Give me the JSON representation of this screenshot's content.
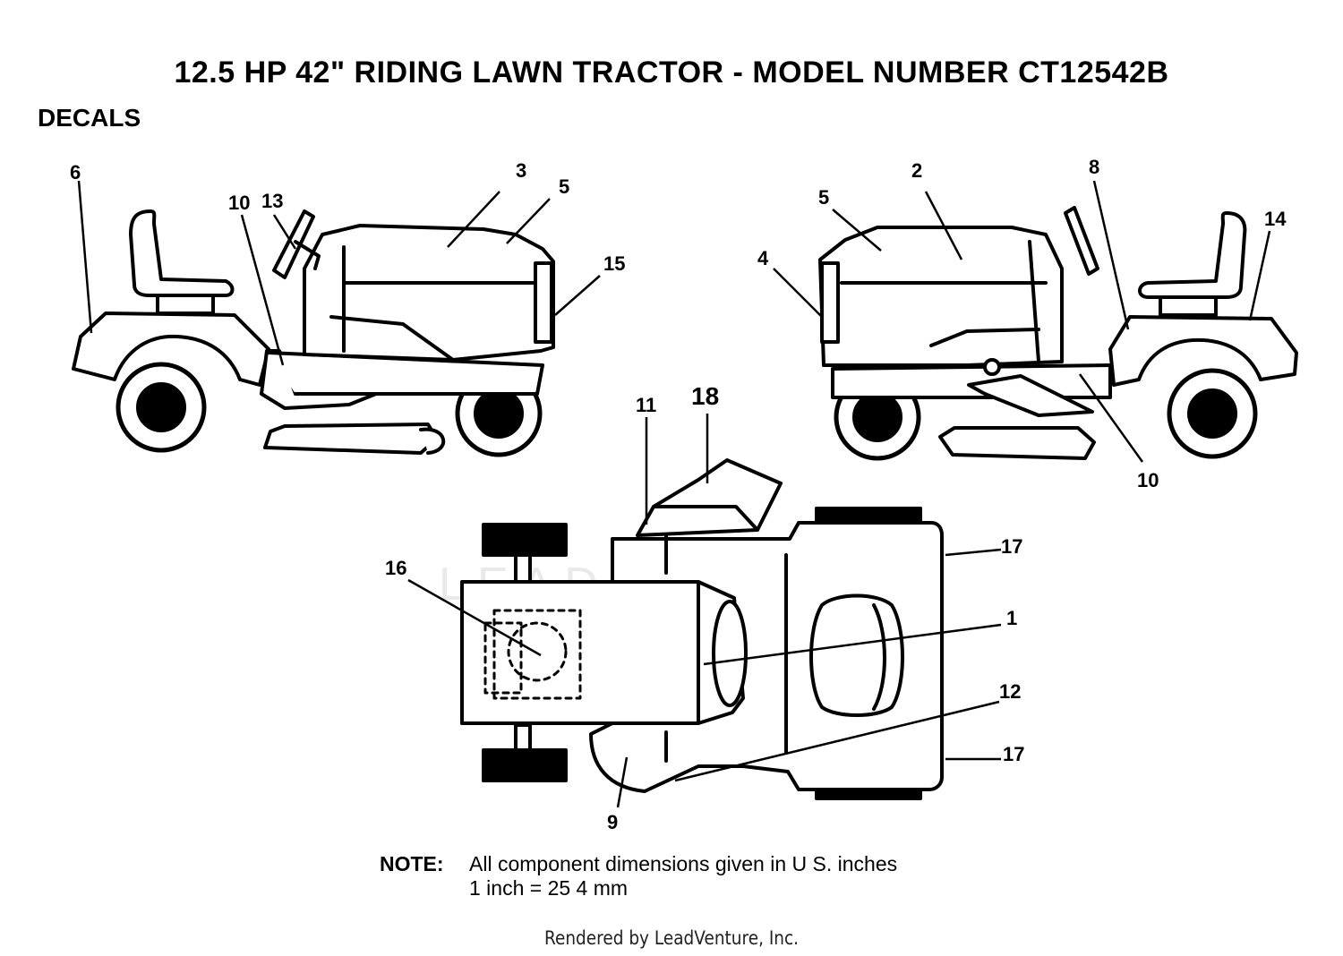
{
  "header": {
    "title": "12.5 HP 42\" RIDING LAWN TRACTOR - MODEL NUMBER CT12542B",
    "subtitle": "DECALS"
  },
  "watermark": "LEADVENTURE",
  "callouts": {
    "left_view": [
      "6",
      "10",
      "13",
      "3",
      "5",
      "15"
    ],
    "right_view": [
      "2",
      "5",
      "4",
      "8",
      "14",
      "10"
    ],
    "top_view": [
      "11",
      "18",
      "16",
      "17",
      "1",
      "12",
      "17",
      "9"
    ]
  },
  "note": {
    "label": "NOTE:",
    "line1": "All component dimensions given in U  S. inches",
    "line2": "1 inch = 25 4 mm"
  },
  "footer": "Rendered by LeadVenture, Inc."
}
